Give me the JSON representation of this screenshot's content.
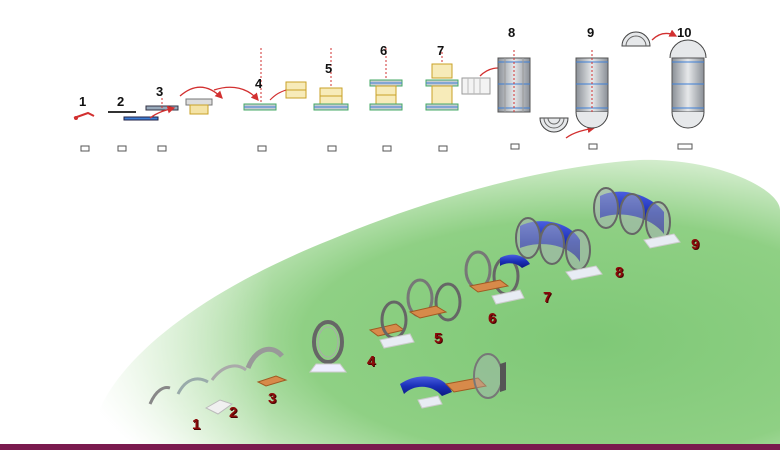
{
  "colors": {
    "ground_green": "#7fc877",
    "hoop_blue": "#1a2fb8",
    "label_red": "#8b0a0a",
    "arrow_red": "#d23030",
    "frame_gold": "#c9a227",
    "bottom_bar": "#7a1a4e"
  },
  "top_sequence": {
    "labels": [
      "1",
      "2",
      "3",
      "4",
      "5",
      "6",
      "7",
      "8",
      "9",
      "10"
    ]
  },
  "iso_sequence": {
    "labels": [
      "1",
      "2",
      "3",
      "4",
      "5",
      "6",
      "7",
      "8",
      "9"
    ]
  }
}
